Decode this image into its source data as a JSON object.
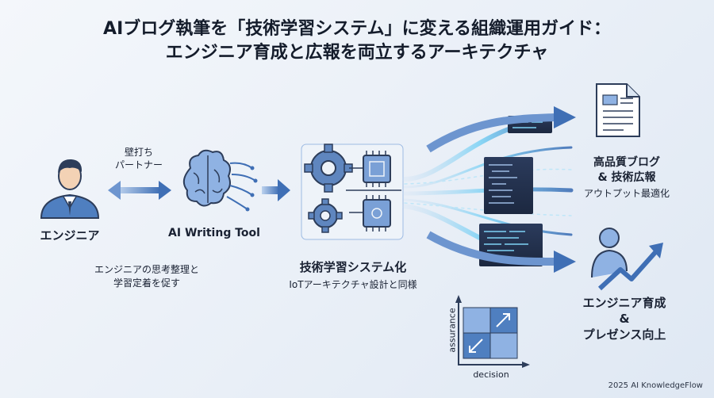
{
  "title": {
    "line1": "AIブログ執筆を「技術学習システム」に変える組織運用ガイド：",
    "line2": "エンジニア育成と広報を両立するアーキテクチャ"
  },
  "engineer": {
    "label": "エンジニア",
    "note_line1": "エンジニアの思考整理と",
    "note_line2": "学習定着を促す"
  },
  "partner": {
    "line1": "壁打ち",
    "line2": "パートナー"
  },
  "ai_tool": {
    "label": "AI Writing Tool"
  },
  "system": {
    "label": "技術学習システム化",
    "sub": "IoTアーキテクチャ設計と同様"
  },
  "output_blog": {
    "line1": "高品質ブログ",
    "line2": "& 技術広報",
    "sub": "アウトプット最適化"
  },
  "output_growth": {
    "line1": "エンジニア育成",
    "line2": "&",
    "line3": "プレゼンス向上"
  },
  "matrix": {
    "ylabel": "assurance",
    "xlabel": "decision"
  },
  "footer": {
    "text": "2025 AI KnowledgeFlow"
  },
  "colors": {
    "dark_navy": "#2d3d5a",
    "accent_blue": "#3f6fb5",
    "light_blue": "#9dbbe3",
    "cyan_glow": "#7fd3f5"
  }
}
